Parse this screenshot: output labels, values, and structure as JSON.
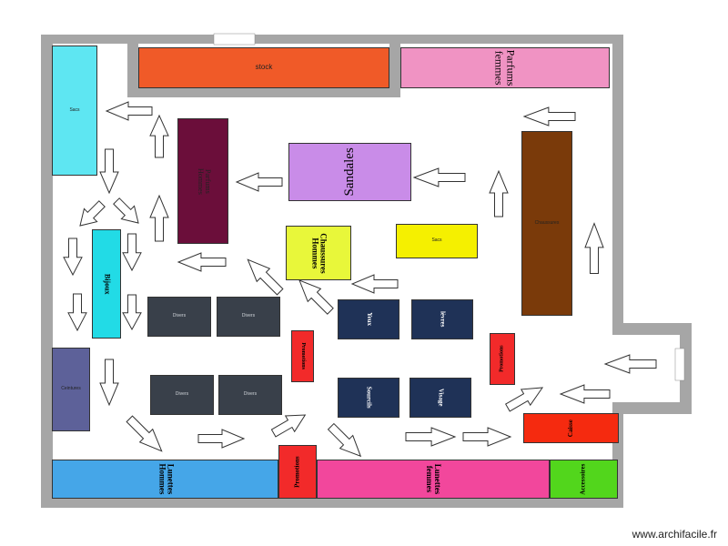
{
  "colors": {
    "wall": "#a6a6a6",
    "floor": "#ffffff",
    "stock": "#f05a28",
    "parfums_femmes": "#f093c3",
    "sacs": "#5ee6f2",
    "parfums_hommes": "#6b0e3a",
    "sandales": "#c98ce8",
    "chaussures": "#7a3a0a",
    "chaussures_hommes": "#e8f73a",
    "sacs_yellow": "#f5f000",
    "bijoux": "#22dbe6",
    "dark_tables": "#39404a",
    "navy_tables": "#1f3257",
    "red_promo": "#f22a2a",
    "ceintures": "#5d6199",
    "caisse": "#f52a0f",
    "lunettes_hommes": "#45a6e8",
    "lunettes_femmes": "#f2479c",
    "accessoires": "#52d61c"
  },
  "zones": {
    "stock": "stock",
    "parfums_femmes": "Parfums\nfemmes",
    "sacs_left": "Sacs",
    "parfums_hommes": "Parfums\nHommes",
    "sandales": "Sandales",
    "chaussures": "Chaussures",
    "chaussures_hommes": "Chaussures\nHommes",
    "sacs_yellow": "Sacs",
    "bijoux": "Bijoux",
    "table_1": "Divers",
    "table_2": "Divers",
    "table_3": "Divers",
    "table_4": "Divers",
    "yeux": "Yeux",
    "levres": "lèvres",
    "sourcils": "Sourcils",
    "visage": "Visage",
    "promo_1": "Promotions",
    "promo_2": "Promotions",
    "promo_3": "Promotions",
    "ceintures": "Ceintures",
    "caisse": "Caisse",
    "lunettes_hommes": "Lunettes\nHommes",
    "lunettes_femmes": "Lunettes\nfemmes",
    "accessoires": "Accessoires"
  },
  "footer": {
    "credit": "www.archifacile.fr"
  }
}
